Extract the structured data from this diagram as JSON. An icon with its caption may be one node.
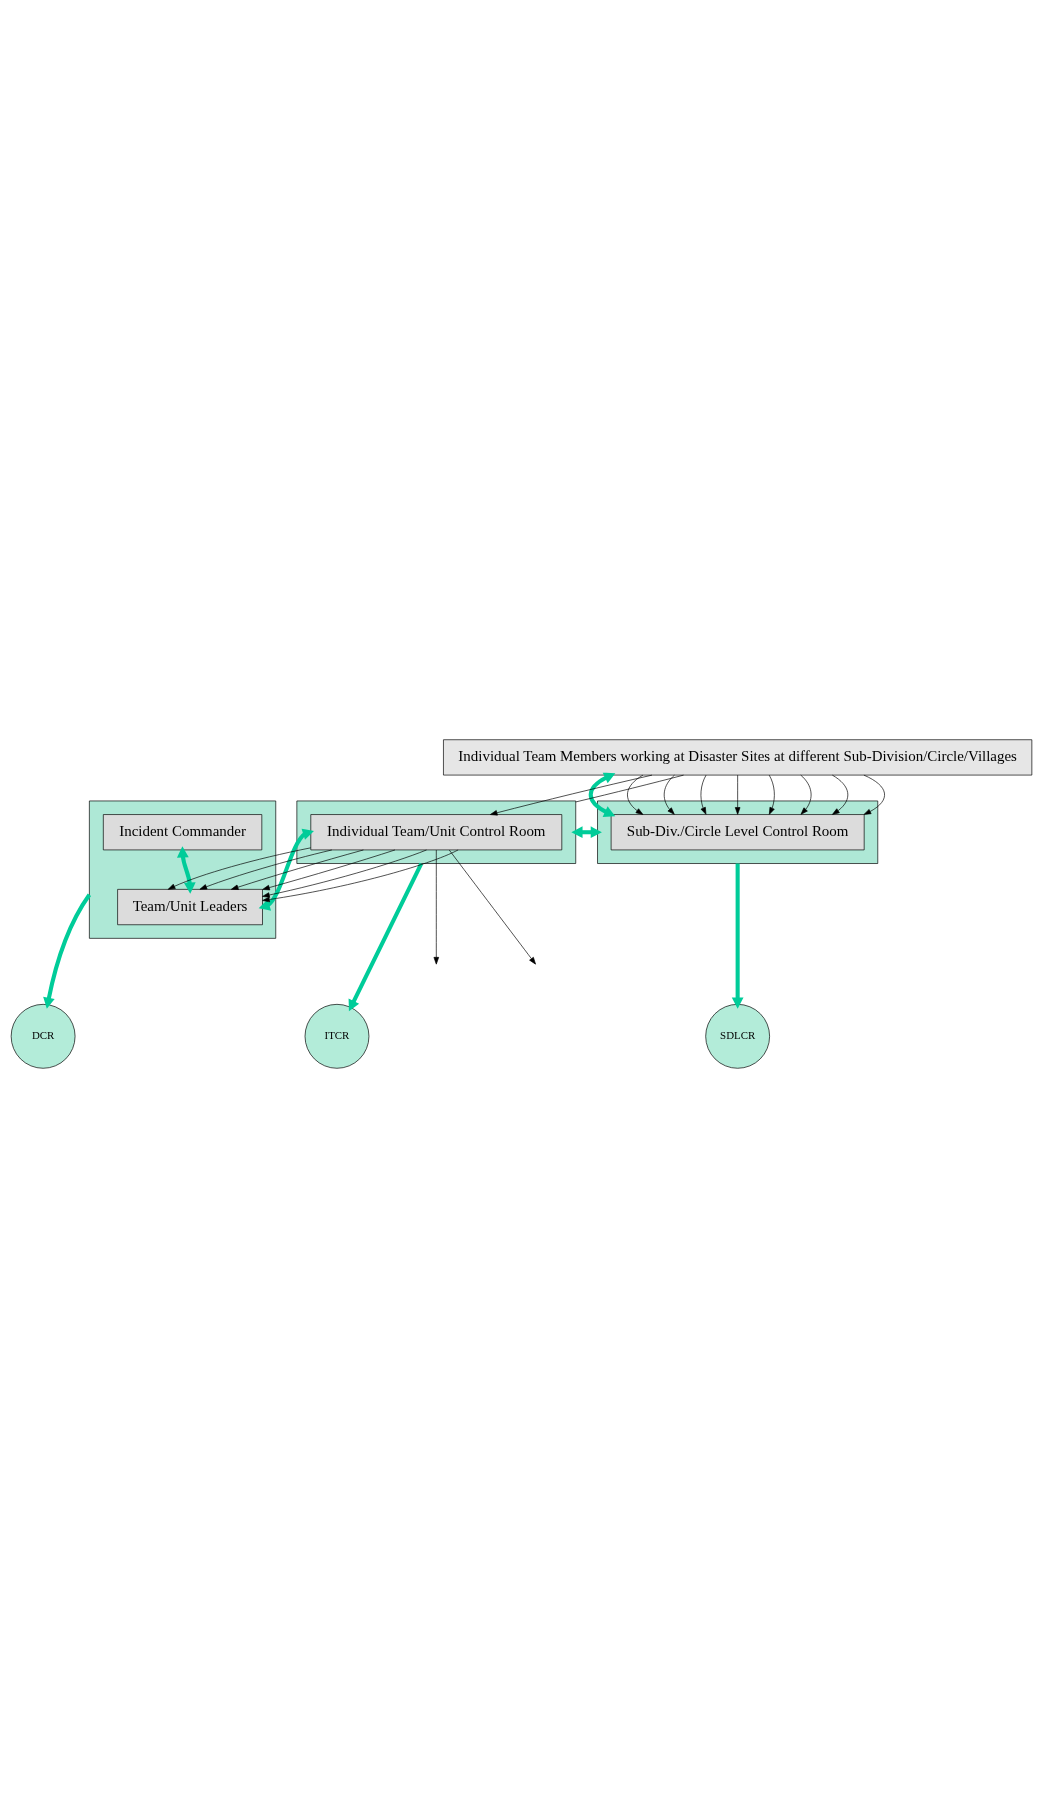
{
  "diagram": {
    "nodes": [
      {
        "text": [
          "DCR"
        ]
      },
      {
        "text": [
          "ITCR"
        ]
      },
      {
        "text": [
          "SDLCR"
        ]
      },
      {
        "text": [],
        "shape": "box"
      },
      {
        "text": [
          "Incident Commander"
        ],
        "in": 3
      },
      {
        "text": [
          "Team/Unit Leaders"
        ],
        "in": 3
      },
      {
        "text": [],
        "shape": "box"
      },
      {
        "text": [
          "Individual Team/Unit Control Room"
        ],
        "in": 6
      },
      {
        "text": [],
        "shape": "box"
      },
      {
        "text": [
          "Sub-Div./Circle Level Control Room"
        ],
        "in": 8
      },
      {
        "text": [
          "Individual Team Members working at Disaster Sites at different Sub-Division/Circle/Villages"
        ]
      }
    ],
    "edges": [
      {
        "from": 3,
        "to": 0,
        "arrow": "to",
        "style": "thick",
        "color": "#00cc99"
      },
      {
        "from": 6,
        "to": 1,
        "arrow": "to",
        "style": "thick",
        "color": "#00cc99"
      },
      {
        "from": 8,
        "to": 2,
        "arrow": "to",
        "style": "thick",
        "color": "#00cc99"
      },
      {
        "from": 4,
        "to": 5,
        "arrow": "both",
        "style": "thick",
        "color": "#00cc99"
      },
      {
        "from": 5,
        "to": 7,
        "arrow": "both",
        "style": "thick",
        "color": "#00cc99"
      },
      {
        "from": 6,
        "to": 8,
        "arrow": "both",
        "style": "thick",
        "color": "#00cc99"
      },
      {
        "from": 9,
        "to": 10,
        "arrow": "both",
        "style": "thick",
        "color": "#00cc99"
      },
      {
        "from": 7,
        "to": null,
        "arrow": "to"
      },
      {
        "from": 7,
        "to": null,
        "arrow": "to"
      },
      {
        "from": 7,
        "to": 5,
        "arrow": "to"
      },
      {
        "from": 7,
        "to": 5,
        "arrow": "to"
      },
      {
        "from": 7,
        "to": 5,
        "arrow": "to"
      },
      {
        "from": 7,
        "to": 5,
        "arrow": "to"
      },
      {
        "from": 7,
        "to": 5,
        "arrow": "to"
      },
      {
        "from": 7,
        "to": 5,
        "arrow": "to"
      },
      {
        "from": 10,
        "to": 9,
        "arrow": "to"
      },
      {
        "from": 10,
        "to": 9,
        "arrow": "to"
      },
      {
        "from": 10,
        "to": 9,
        "arrow": "to"
      },
      {
        "from": 10,
        "to": 9,
        "arrow": "to"
      },
      {
        "from": 10,
        "to": 9,
        "arrow": "to"
      },
      {
        "from": 10,
        "to": 9,
        "arrow": "to"
      },
      {
        "from": 10,
        "to": 9,
        "arrow": "to"
      },
      {
        "from": 10,
        "to": 9,
        "arrow": "to"
      },
      {
        "from": 10,
        "to": 7,
        "arrow": "to"
      },
      {
        "from": 10,
        "to": 6,
        "arrow": "none"
      }
    ]
  }
}
